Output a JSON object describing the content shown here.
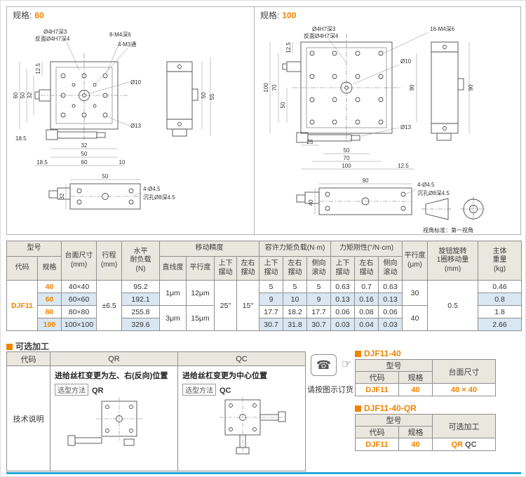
{
  "colors": {
    "accent": "#f08300",
    "row_highlight": "#d9e7f3",
    "header_bg": "#eae7de",
    "footer_rule": "#29a8dc"
  },
  "icons": {
    "phone": "☎",
    "hand": "☞"
  },
  "spec60": {
    "label": "规格:",
    "value": "60"
  },
  "spec100": {
    "label": "规格:",
    "value": "100"
  },
  "view_standard": "视角标准：第一视角",
  "d60": {
    "hole_top": "Ø4H7深3",
    "hole_back": "反面Ø4H7深4",
    "m4": "8-M4深6",
    "m3": "4-M3通",
    "d10": "Ø10",
    "d13": "Ø13",
    "dim_125": "12.5",
    "left_32": "32",
    "left_50": "50",
    "left_60": "60",
    "left_185": "18.5",
    "bot_32": "32",
    "bot_50": "50",
    "bot_60": "60",
    "bot_10": "10",
    "bot_185": "18.5",
    "side_50": "50",
    "side_55": "55",
    "bv_50": "50",
    "bv_32": "32",
    "cb1": "4-Ø4.5",
    "cb2": "沉孔Ø8深4.5"
  },
  "d100": {
    "m4": "16-M4深6",
    "hole_top": "Ø4H7深3",
    "hole_back": "反面Ø4H7深4",
    "d10": "Ø10",
    "d13": "Ø13",
    "dim_125_top": "12.5",
    "left_50": "50",
    "left_70": "70",
    "left_100": "100",
    "right_90": "90",
    "side_90": "90",
    "bot_25": "25",
    "bot_50": "50",
    "bot_70": "70",
    "bot_100": "100",
    "bot_125": "12.5",
    "bv_90": "90",
    "bv_40": "40",
    "cb1": "4-Ø4.5",
    "cb2": "沉孔Ø8深4.5"
  },
  "table": {
    "h_model": "型号",
    "h_code": "代码",
    "h_spec": "规格",
    "h_size": "台面尺寸\n(mm)",
    "h_travel": "行程\n(mm)",
    "h_load": "水平\n耐负载\n(N)",
    "h_accuracy": "移动精度",
    "h_straight": "直线度",
    "h_parallel": "平行度",
    "h_pitch": "上下\n摆动",
    "h_yaw": "左右\n摆动",
    "h_roll": "侧向\n滚动",
    "h_moment": "容许力矩负载(N·m)",
    "h_stiff": "力矩刚性(''/N·cm)",
    "h_parallel2": "平行度\n(μm)",
    "h_knob": "旋钮旋转\n1圈移动量\n(mm)",
    "h_weight": "主体\n重量\n(kg)",
    "code": "DJF11",
    "travel": "±6.5",
    "straight_ab": "1μm",
    "straight_cd": "3μm",
    "parallel_ab": "12μm",
    "parallel_cd": "15μm",
    "pitch_all": "25''",
    "yaw_all": "15''",
    "p2_ab": "30",
    "p2_cd": "40",
    "knob_all": "0.5",
    "r40": {
      "spec": "40",
      "size": "40×40",
      "load": "95.2",
      "mo1": "5",
      "mo2": "5",
      "mo3": "5",
      "st1": "0.63",
      "st2": "0.7",
      "st3": "0.63",
      "wt": "0.46"
    },
    "r60": {
      "spec": "60",
      "size": "60×60",
      "load": "192.1",
      "mo1": "9",
      "mo2": "10",
      "mo3": "9",
      "st1": "0.13",
      "st2": "0.16",
      "st3": "0.13",
      "wt": "0.8"
    },
    "r80": {
      "spec": "80",
      "size": "80×80",
      "load": "255.8",
      "mo1": "17.7",
      "mo2": "18.2",
      "mo3": "17.7",
      "st1": "0.06",
      "st2": "0.08",
      "st3": "0.06",
      "wt": "1.8"
    },
    "r100": {
      "spec": "100",
      "size": "100×100",
      "load": "329.6",
      "mo1": "30.7",
      "mo2": "31.8",
      "mo3": "30.7",
      "st1": "0.03",
      "st2": "0.04",
      "st3": "0.03",
      "wt": "2.66"
    }
  },
  "optional": {
    "title": "可选加工",
    "h_code": "代码",
    "h_qr": "QR",
    "h_qc": "QC",
    "row_label": "技术说明",
    "qr_desc": "进给丝杠变更为左、右(反向)位置",
    "qc_desc": "进给丝杠变更为中心位置",
    "method": "选型方法",
    "qr": "QR",
    "qc": "QC",
    "order_note": "请按图示订货"
  },
  "mini1": {
    "title": "DJF11-40",
    "h_model": "型号",
    "h_code": "代码",
    "h_spec": "规格",
    "h_size": "台面尺寸",
    "code": "DJF11",
    "spec": "40",
    "size": "40 × 40"
  },
  "mini2": {
    "title": "DJF11-40-QR",
    "h_model": "型号",
    "h_code": "代码",
    "h_spec": "规格",
    "h_opt": "可选加工",
    "code": "DJF11",
    "spec": "40",
    "opt1": "QR",
    "opt2": "QC"
  }
}
